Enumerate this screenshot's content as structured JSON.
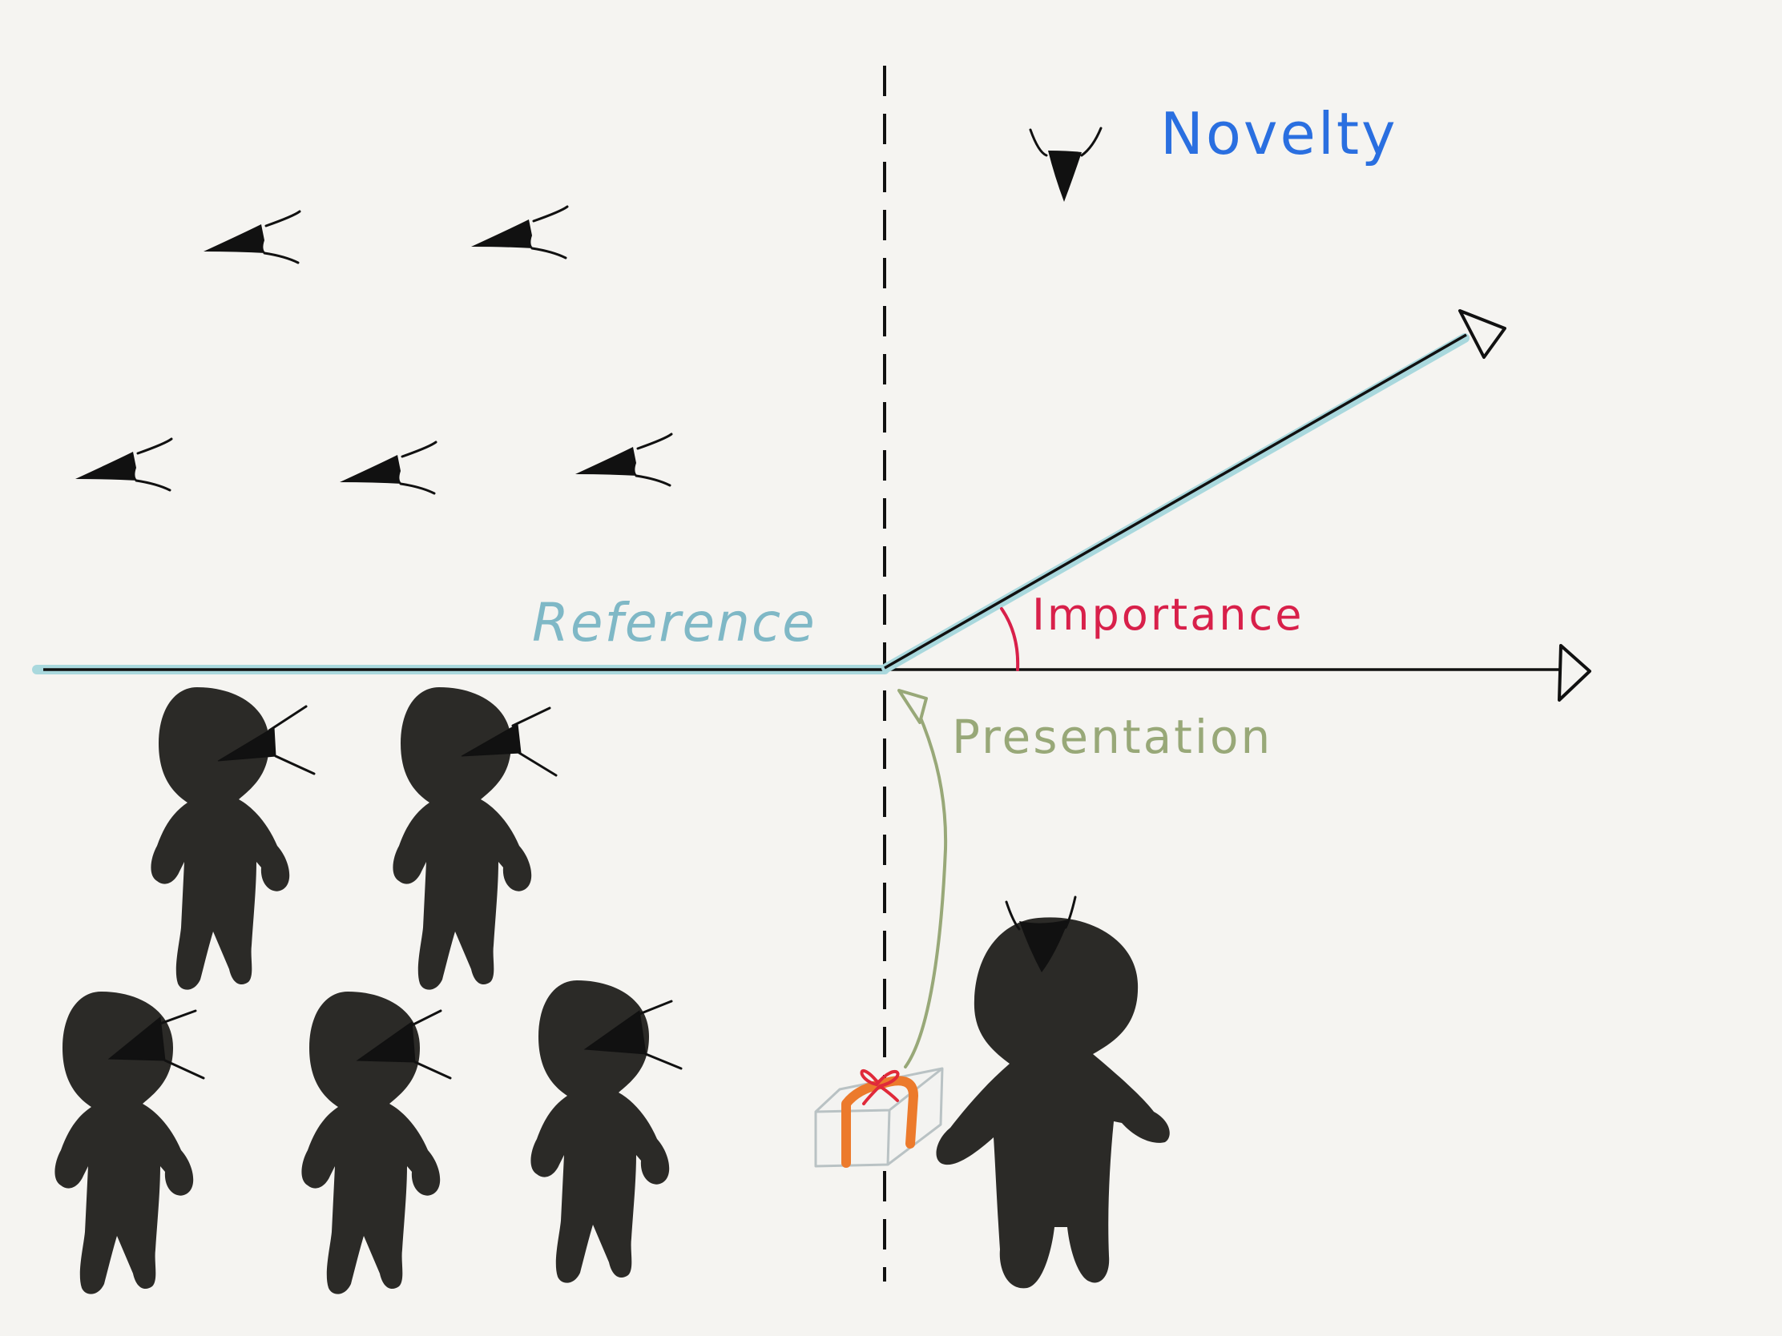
{
  "labels": {
    "novelty": "Novelty",
    "reference": "Reference",
    "importance": "Importance",
    "presentation": "Presentation"
  },
  "colors": {
    "background": "#f5f4f1",
    "ink": "#111111",
    "figure_fill": "#2b2a27",
    "novelty": "#2a6fe0",
    "reference": "#7fb8c6",
    "reference_highlight": "#a9d8dd",
    "importance": "#d8204a",
    "presentation": "#98a878",
    "gift_box": "#b9c2c4",
    "gift_ribbon": "#ec7a2c",
    "gift_bow": "#e02a3a"
  },
  "icons": {
    "eye": "eye-icon",
    "person": "person-icon",
    "gift": "gift-box-icon"
  }
}
